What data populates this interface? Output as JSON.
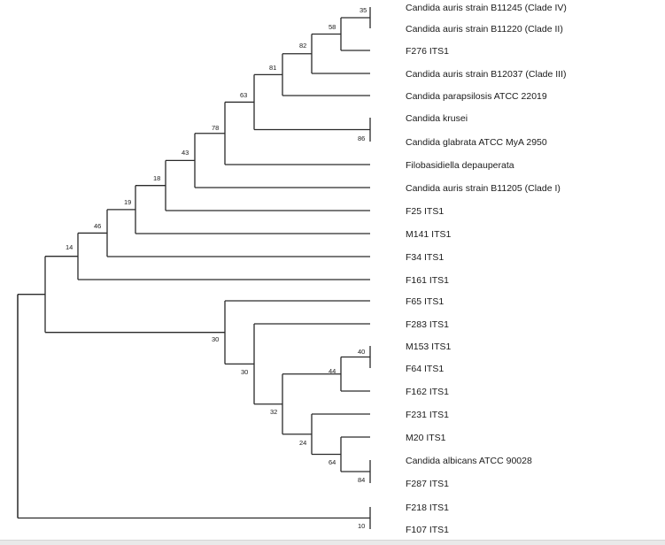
{
  "tree": {
    "taxa": {
      "b11245": "Candida auris strain B11245 (Clade IV)",
      "b11220": "Candida auris strain B11220 (Clade II)",
      "f276": "F276 ITS1",
      "b12037": "Candida auris strain B12037 (Clade III)",
      "parap": "Candida parapsilosis ATCC 22019",
      "krusei": "Candida krusei",
      "glabrata": "Candida glabrata ATCC MyA  2950",
      "filob": "Filobasidiella depauperata",
      "b11205": "Candida auris strain B11205 (Clade I)",
      "f25": "F25 ITS1",
      "m141": "M141 ITS1",
      "f34": "F34 ITS1",
      "f161": "F161 ITS1",
      "f65": "F65 ITS1",
      "f283": "F283 ITS1",
      "m153": "M153 ITS1",
      "f64": "F64 ITS1",
      "f162": "F162 ITS1",
      "f231": "F231 ITS1",
      "m20": "M20 ITS1",
      "albicans": "Candida albicans ATCC 90028",
      "f287": "F287 ITS1",
      "f218": "F218 ITS1",
      "f107": "F107 ITS1"
    },
    "supports": {
      "n35": "35",
      "n58": "58",
      "n82": "82",
      "n81": "81",
      "n63": "63",
      "n86": "86",
      "n78": "78",
      "n43": "43",
      "n18": "18",
      "n19": "19",
      "n46": "46",
      "n14": "14",
      "n40": "40",
      "n44": "44",
      "n30a": "30",
      "n30b": "30",
      "n32": "32",
      "n24": "24",
      "n64": "64",
      "n84": "84",
      "n10": "10"
    }
  }
}
